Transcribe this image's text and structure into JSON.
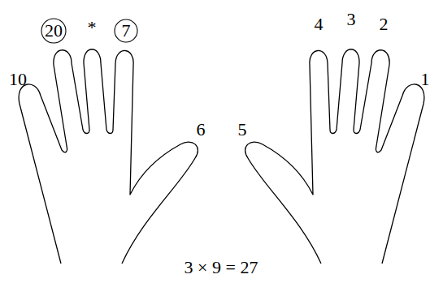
{
  "diagram": {
    "caption": "3 × 9 = 27",
    "nodes": [
      {
        "text": [
          "20"
        ]
      },
      {
        "text": [
          "7"
        ]
      }
    ],
    "labels": [
      "10",
      "*",
      "6",
      "5",
      "4",
      "3",
      "2",
      "1"
    ]
  }
}
